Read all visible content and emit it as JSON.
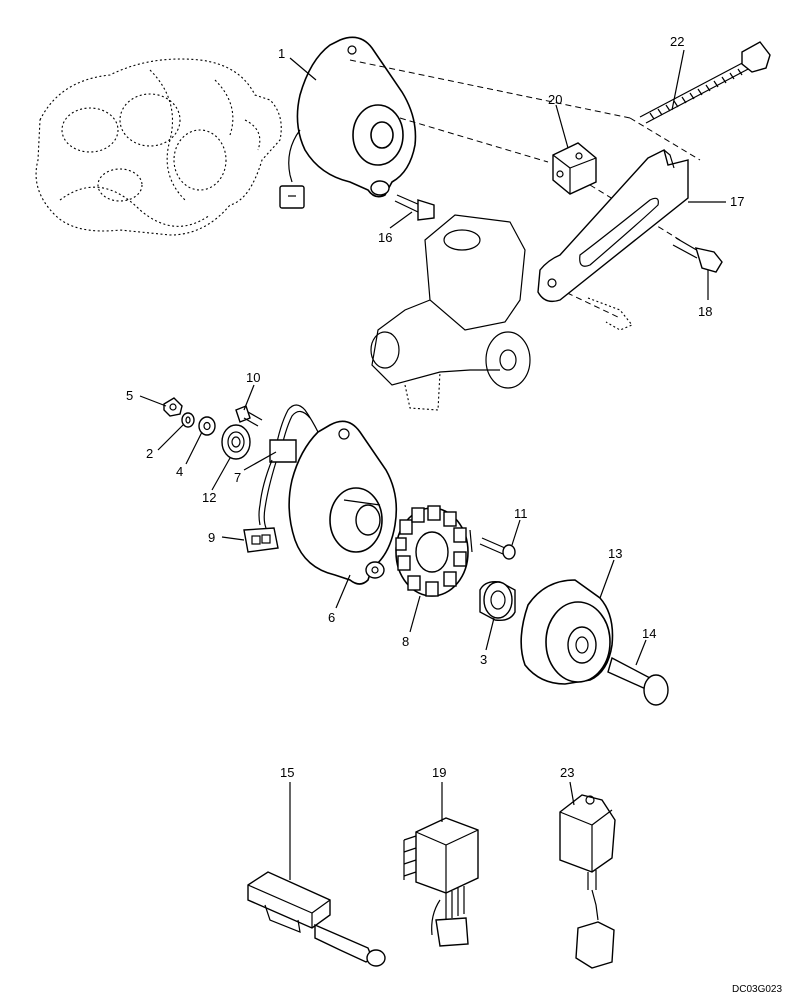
{
  "part_labels": {
    "p1": "1",
    "p2": "2",
    "p3": "3",
    "p4": "4",
    "p5": "5",
    "p6": "6",
    "p7": "7",
    "p8": "8",
    "p9": "9",
    "p10": "10",
    "p11": "11",
    "p12": "12",
    "p13": "13",
    "p14": "14",
    "p15": "15",
    "p16": "16",
    "p17": "17",
    "p18": "18",
    "p19": "19",
    "p20": "20",
    "p22": "22",
    "p23": "23"
  },
  "document_id": "DC03G023"
}
